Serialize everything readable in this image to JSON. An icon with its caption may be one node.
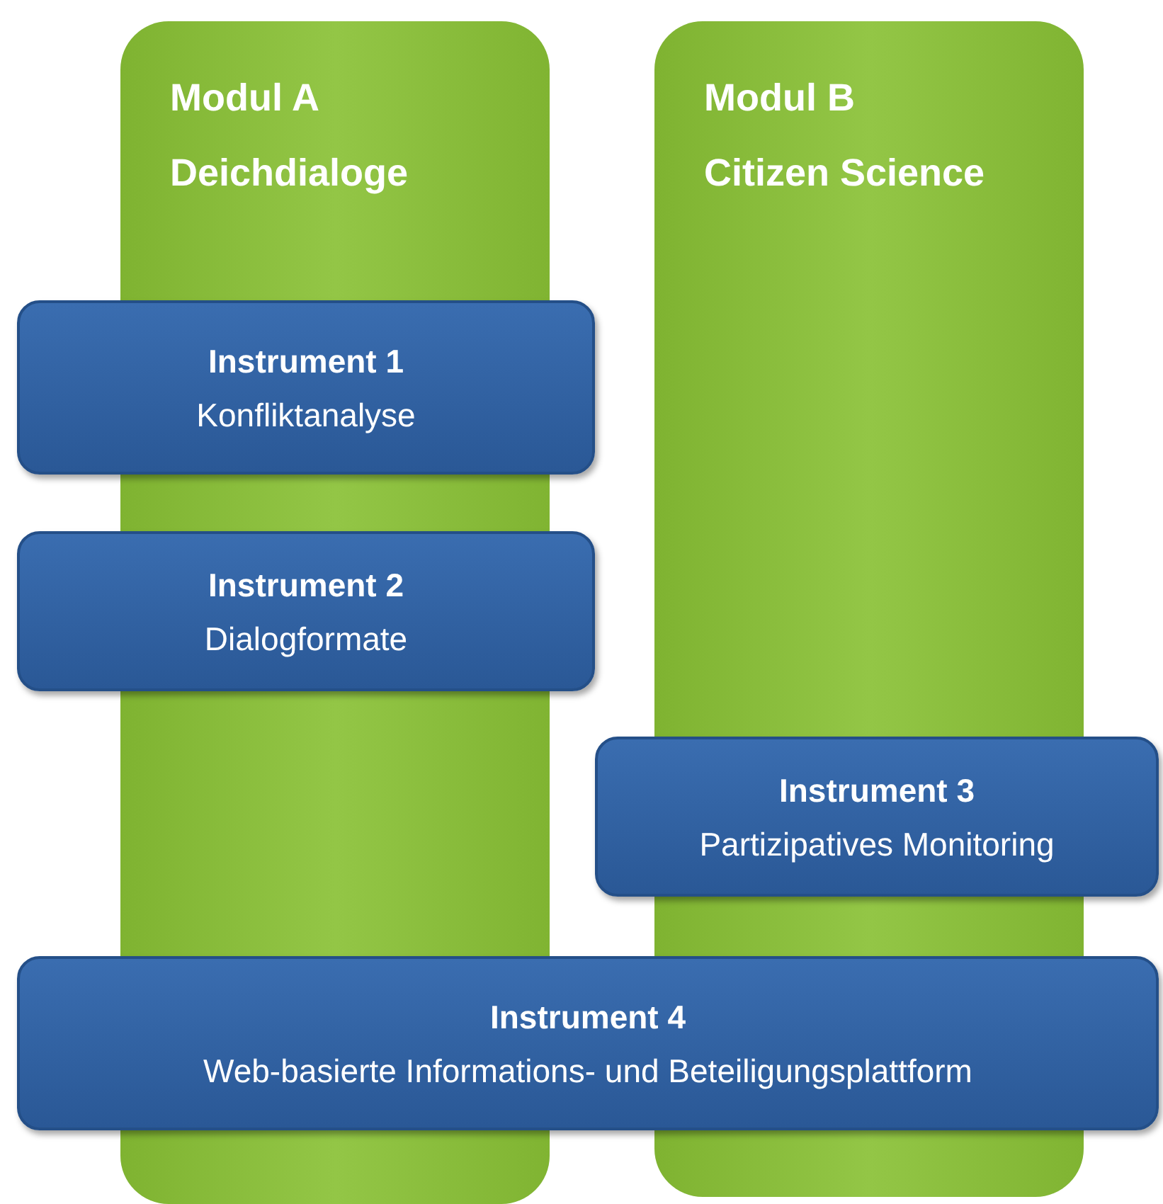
{
  "diagram": {
    "nodes": [
      {
        "text": [
          "Modul A",
          "Deichdialoge"
        ]
      },
      {
        "text": [
          "Modul B",
          "Citizen Science"
        ]
      },
      {
        "text": [
          "Instrument 1",
          "Konfliktanalyse"
        ]
      },
      {
        "text": [
          "Instrument 2",
          "Dialogformate"
        ]
      },
      {
        "text": [
          "Instrument 3",
          "Partizipatives Monitoring"
        ]
      },
      {
        "text": [
          "Instrument 4",
          "Web-basierte Informations- und Beteiligungsplattform"
        ]
      }
    ]
  }
}
